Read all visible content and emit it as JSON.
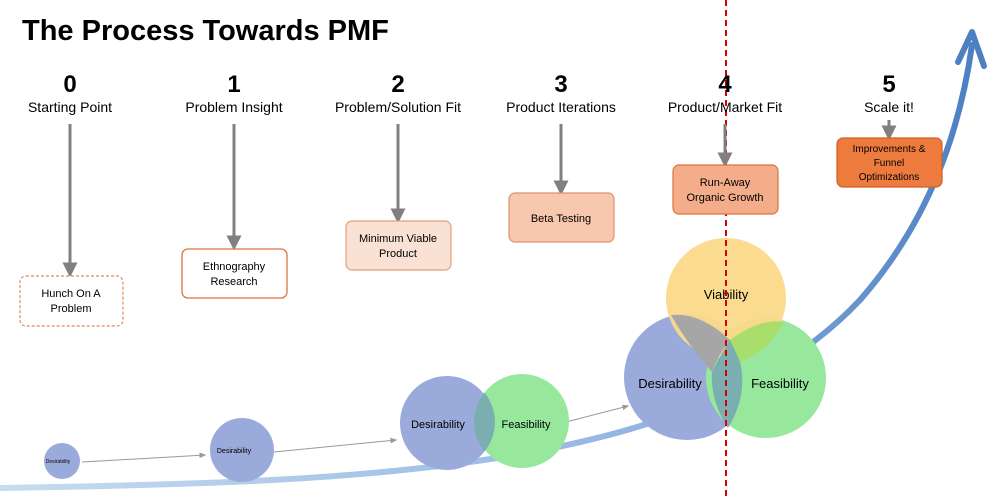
{
  "title": "The Process Towards PMF",
  "stages": [
    {
      "num": "0",
      "label": "Starting Point",
      "box": [
        "Hunch On A",
        "Problem"
      ]
    },
    {
      "num": "1",
      "label": "Problem Insight",
      "box": [
        "Ethnography",
        "Research"
      ]
    },
    {
      "num": "2",
      "label": "Problem/Solution Fit",
      "box": [
        "Minimum Viable",
        "Product"
      ]
    },
    {
      "num": "3",
      "label": "Product Iterations",
      "box": [
        "Beta Testing"
      ]
    },
    {
      "num": "4",
      "label": "Product/Market Fit",
      "box": [
        "Run-Away",
        "Organic Growth"
      ]
    },
    {
      "num": "5",
      "label": "Scale it!",
      "box": [
        "Improvements &",
        "Funnel",
        "Optimizations"
      ]
    }
  ],
  "circles": {
    "tiny": "Desirability",
    "small": "Desirability",
    "mid_left": "Desirability",
    "mid_right": "Feasibility",
    "big_top": "Viability",
    "big_left": "Desirability",
    "big_right": "Feasibility"
  },
  "colors": {
    "desirability": "#9aabdb",
    "feasibility": "#97e89c",
    "viability": "#fbd98a",
    "overlap": "#7aaeb0",
    "box0_border": "#e0885a",
    "box1_border": "#d9743d",
    "box2_fill": "#f9e1d3",
    "box3_fill": "#f7c8ae",
    "box4_fill": "#f3ad8a",
    "box5_fill": "#ee7b3e",
    "arrow_gray": "#808080",
    "pmf_line": "#d40000",
    "growth_curve": "#5b87c4"
  }
}
